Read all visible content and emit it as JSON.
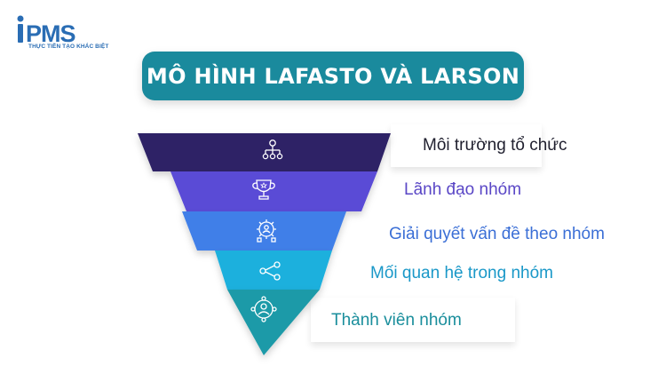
{
  "logo": {
    "brand": "iPMS",
    "tagline": "THỰC TIỄN TẠO KHÁC BIỆT"
  },
  "title": "MÔ HÌNH LAFASTO VÀ LARSON",
  "levels": [
    {
      "label": "Môi trường tổ chức",
      "icon": "org-chart-icon",
      "color": "#2f2466"
    },
    {
      "label": "Lãnh đạo nhóm",
      "icon": "trophy-icon",
      "color": "#5a4bd6"
    },
    {
      "label": "Giải quyết vấn đề theo nhóm",
      "icon": "team-gear-icon",
      "color": "#3f7fe8"
    },
    {
      "label": "Mối quan hệ trong nhóm",
      "icon": "share-nodes-icon",
      "color": "#1fb0dd"
    },
    {
      "label": "Thành viên nhóm",
      "icon": "member-network-icon",
      "color": "#1d9aa8"
    }
  ]
}
